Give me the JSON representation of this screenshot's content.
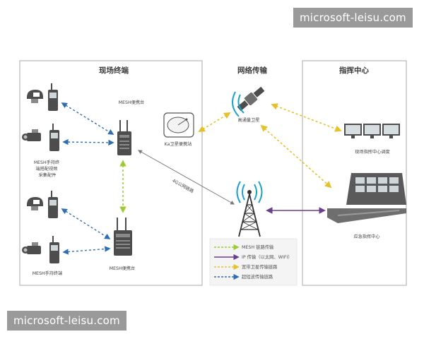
{
  "watermarks": {
    "top": "microsoft-leisu.com",
    "bottom": "microsoft-leisu.com"
  },
  "panels": {
    "field": "现场终端",
    "network": "网络传输",
    "command": "指挥中心"
  },
  "nodes": {
    "mesh_station_top": "MESH便携台",
    "mesh_station_bottom": "MESH便携台",
    "handheld_video": [
      "MESH手持终",
      "端搭配视频",
      "采集配件"
    ],
    "handheld": "MESH手持终端",
    "ka_station": "Ka卫星便携站",
    "satellite": "高通量卫星",
    "field_center": "现场指挥中心调度",
    "emergency_center": "应急指挥中心",
    "public_network": "4G公网链路"
  },
  "legend": [
    {
      "label": "MESH 链路传输",
      "color": "#9ccc34"
    },
    {
      "label": "IP 传输（以太网、WIFI）",
      "color": "#6b3e8c"
    },
    {
      "label": "宽带卫星传输链路",
      "color": "#e6c12c"
    },
    {
      "label": "超短波传输链路",
      "color": "#2f6db5"
    }
  ],
  "colors": {
    "mesh": "#9ccc34",
    "ip": "#6b3e8c",
    "satellite": "#e6c12c",
    "uhf": "#2f6db5",
    "public": "#7a7a7a",
    "signal": "#1aa3c9"
  }
}
